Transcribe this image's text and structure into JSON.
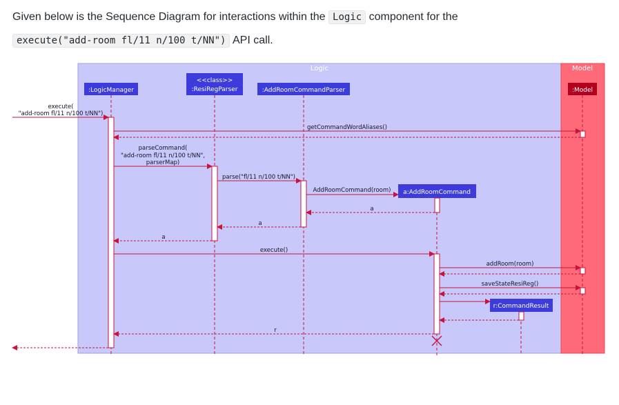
{
  "intro": {
    "line1_prefix": "Given below is the Sequence Diagram for interactions within the ",
    "logic_code": "Logic",
    "line1_suffix": " component for the",
    "api_code": "execute(\"add-room fl/11 n/100 t/NN\")",
    "line2_suffix": " API call."
  },
  "diagram": {
    "frames": {
      "logic": "Logic",
      "model": "Model"
    },
    "participants": {
      "logic_manager": ":LogicManager",
      "resireg_stereotype": "<<class>>",
      "resireg_parser": ":ResiRegParser",
      "addroom_parser": ":AddRoomCommandParser",
      "model": ":Model",
      "add_room_command": "a:AddRoomCommand",
      "command_result": "r:CommandResult"
    },
    "messages": {
      "execute_call_1": "execute(",
      "execute_call_2": "\"add-room fl/11 n/100 t/NN\")",
      "get_aliases": "getCommandWordAliases()",
      "parse_command_1": "parseCommand(",
      "parse_command_2": "\"add-room fl/11 n/100 t/NN\",",
      "parse_command_3": "parserMap)",
      "parse": "parse(\"fl/11 n/100 t/NN\")",
      "addroom_ctor": "AddRoomCommand(room)",
      "return_a_1": "a",
      "return_a_2": "a",
      "return_a_3": "a",
      "execute": "execute()",
      "add_room": "addRoom(room)",
      "save_state": "saveStateResiReg()",
      "return_r": "r"
    },
    "colors": {
      "logic_frame": "#c8c8fa",
      "model_frame": "#ff6a78",
      "participant_blue": "#3c3cdc",
      "participant_red": "#b4001e",
      "arrows": "#c8143c"
    }
  }
}
